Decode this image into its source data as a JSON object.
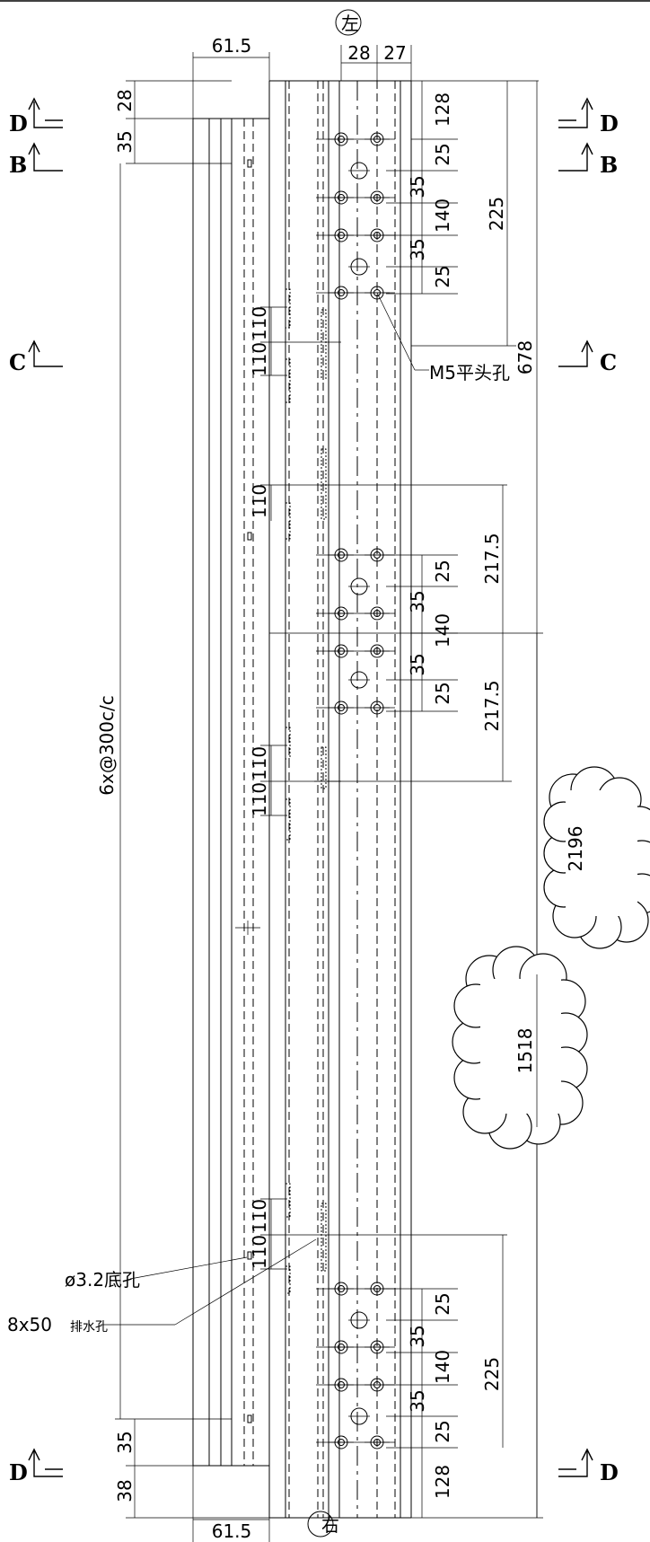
{
  "labels": {
    "top_marker": "左",
    "bottom_marker": "右",
    "pitch_note": "6x@300c/c",
    "screw_hole": "M5平头孔",
    "bottom_hole": "ø3.2底孔",
    "drain_hole_size": "8x50",
    "drain_hole_label": "排水孔"
  },
  "section_marks": {
    "D_top": "D",
    "B": "B",
    "C": "C",
    "D_bottom": "D"
  },
  "dimensions": {
    "top_width_left": "61.5",
    "bottom_width_left": "61.5",
    "top_28": "28",
    "top_27": "27",
    "left_top_28": "28",
    "left_top_35": "35",
    "left_bot_35": "35",
    "left_bot_38": "38",
    "r_top_128": "128",
    "r_top_25a": "25",
    "r_top_35a": "35",
    "r_top_140": "140",
    "r_top_35b": "35",
    "r_top_25b": "25",
    "r_top_225": "225",
    "total_678": "678",
    "r_slot_110a": "110",
    "r_slot_110b": "110",
    "r_slot_110c": "110",
    "mid_25a": "25",
    "mid_35a": "35",
    "mid_140": "140",
    "mid_35b": "35",
    "mid_25b": "25",
    "mid_2175a": "217.5",
    "mid_2175b": "217.5",
    "slot_110d": "110",
    "slot_110e": "110",
    "total_2196": "2196",
    "total_1518": "1518",
    "slot_110f": "110",
    "slot_110g": "110",
    "bot_25a": "25",
    "bot_35a": "35",
    "bot_140": "140",
    "bot_35b": "35",
    "bot_25b": "25",
    "bot_225": "225",
    "bot_128": "128"
  }
}
